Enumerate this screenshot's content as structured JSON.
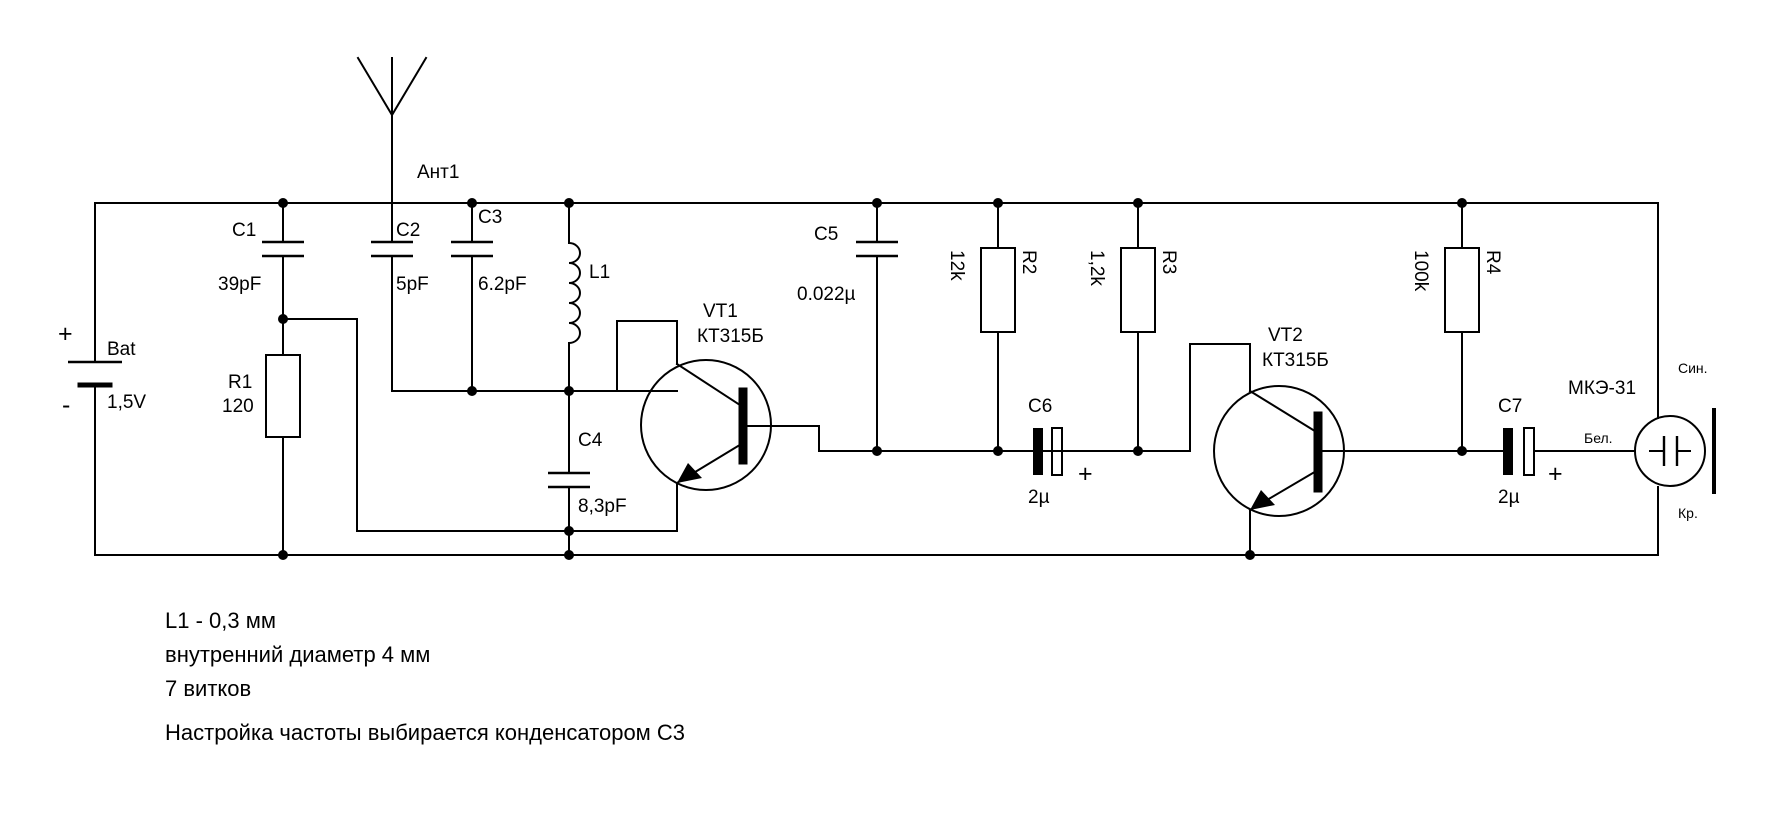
{
  "components": {
    "antenna": "Ант1",
    "battery": {
      "name": "Bat",
      "voltage": "1,5V",
      "plus": "+",
      "minus": "-"
    },
    "c1": {
      "name": "C1",
      "value": "39pF"
    },
    "c2": {
      "name": "C2",
      "value": "5pF"
    },
    "c3": {
      "name": "C3",
      "value": "6.2pF"
    },
    "c4": {
      "name": "C4",
      "value": "8,3pF"
    },
    "c5": {
      "name": "C5",
      "value": "0.022µ"
    },
    "c6": {
      "name": "C6",
      "value": "2µ",
      "polarity": "+"
    },
    "c7": {
      "name": "C7",
      "value": "2µ",
      "polarity": "+"
    },
    "l1": {
      "name": "L1"
    },
    "r1": {
      "name": "R1",
      "value": "120"
    },
    "r2": {
      "name": "R2",
      "value": "12k"
    },
    "r3": {
      "name": "R3",
      "value": "1,2k"
    },
    "r4": {
      "name": "R4",
      "value": "100k"
    },
    "vt1": {
      "name": "VT1",
      "type": "КТ315Б"
    },
    "vt2": {
      "name": "VT2",
      "type": "КТ315Б"
    },
    "mic": {
      "name": "МКЭ-31",
      "pin_top": "Син.",
      "pin_left": "Бел.",
      "pin_bottom": "Кр."
    }
  },
  "notes": {
    "coil_wire": "L1 - 0,3 мм",
    "coil_diameter": "внутренний диаметр 4 мм",
    "coil_turns": "7 витков",
    "tuning": "Настройка частоты выбирается конденсатором С3"
  }
}
